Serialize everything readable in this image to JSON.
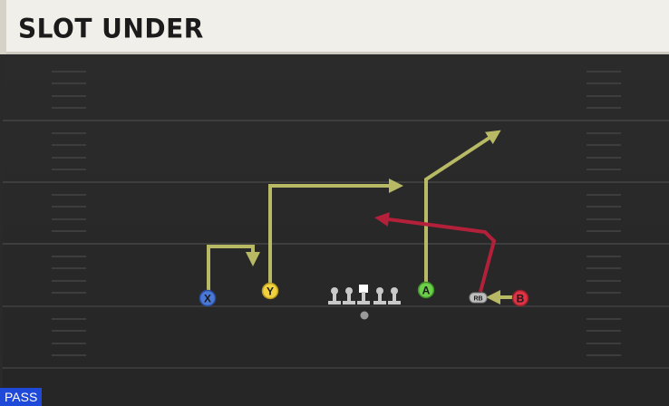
{
  "play": {
    "title": "SLOT UNDER",
    "type_badge": "PASS"
  },
  "players": {
    "x": {
      "label": "X",
      "color": "#4a78d6"
    },
    "y": {
      "label": "Y",
      "color": "#f2d13e"
    },
    "a": {
      "label": "A",
      "color": "#6ccf4a"
    },
    "b": {
      "label": "B",
      "color": "#dd3344"
    },
    "rb": {
      "label": "RB",
      "color": "#bfbfbf"
    }
  },
  "route_colors": {
    "yellow_route": "#b7b964",
    "red_route": "#b3203a",
    "line": "#c7c7c7"
  }
}
